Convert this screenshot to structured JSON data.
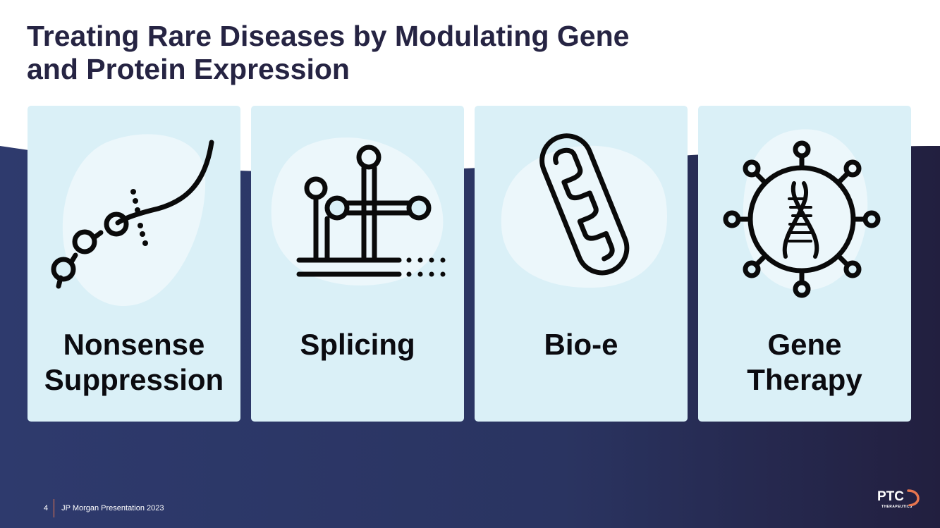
{
  "title": {
    "line1": "Treating Rare Diseases by Modulating Gene",
    "line2": "and Protein Expression"
  },
  "cards": [
    {
      "icon": "nonsense-suppression-chain-icon",
      "line1": "Nonsense",
      "line2": "Suppression"
    },
    {
      "icon": "splicing-icon",
      "line1": "Splicing",
      "line2": ""
    },
    {
      "icon": "mitochondrion-icon",
      "line1": "Bio-e",
      "line2": ""
    },
    {
      "icon": "gene-therapy-virus-dna-icon",
      "line1": "Gene",
      "line2": "Therapy"
    }
  ],
  "footer": {
    "page_number": "4",
    "text": "JP Morgan Presentation 2023"
  },
  "logo": {
    "name": "PTC",
    "tagline": "THERAPEUTICS"
  },
  "colors": {
    "title": "#262443",
    "navy_band": "#2b3566",
    "card_bg": "#daf0f7",
    "accent": "#e8764f"
  }
}
